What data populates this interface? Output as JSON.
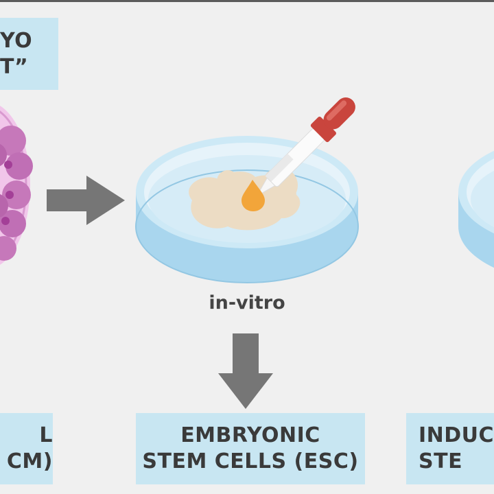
{
  "labels": {
    "top": {
      "line1": "YO",
      "line2": "T”"
    },
    "left": {
      "line1": "L",
      "line2": "CM)"
    },
    "center": {
      "line1": "EMBRYONIC",
      "line2": "STEM CELLS (ESC)"
    },
    "right": {
      "line1": "INDUC",
      "line2": "STE"
    }
  },
  "caption": "in-vitro",
  "colors": {
    "background": "#f0f0f0",
    "label_box": "#c8e6f2",
    "arrow": "#767676",
    "dish": "#b9dff2",
    "cells": "#c06fb5",
    "dropper_bulb": "#c9453d",
    "droplet": "#f2a53a",
    "colony": "#ecdcc4"
  },
  "icons": [
    "embryo-cell-cluster-icon",
    "right-arrow-icon",
    "petri-dish-icon",
    "dropper-icon",
    "down-arrow-icon"
  ]
}
